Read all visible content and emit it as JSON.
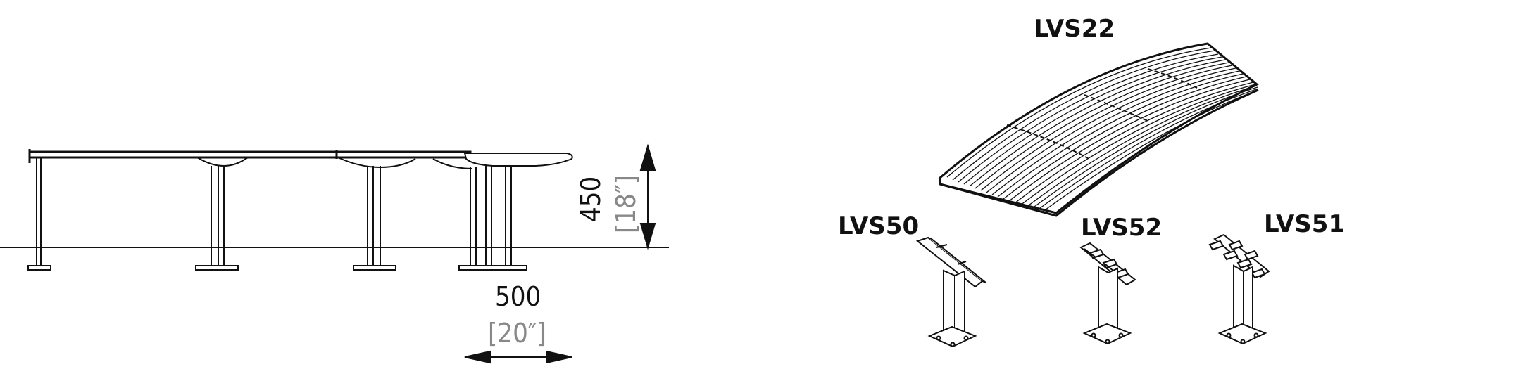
{
  "elevation": {
    "height_label": "450",
    "height_imperial": "[18″]",
    "width_label": "500",
    "width_imperial": "[20″]"
  },
  "products": {
    "seat": "LVS22",
    "leg_a": "LVS50",
    "leg_b": "LVS52",
    "leg_c": "LVS51"
  },
  "colors": {
    "line": "#111111",
    "imperial_text": "#888888"
  }
}
